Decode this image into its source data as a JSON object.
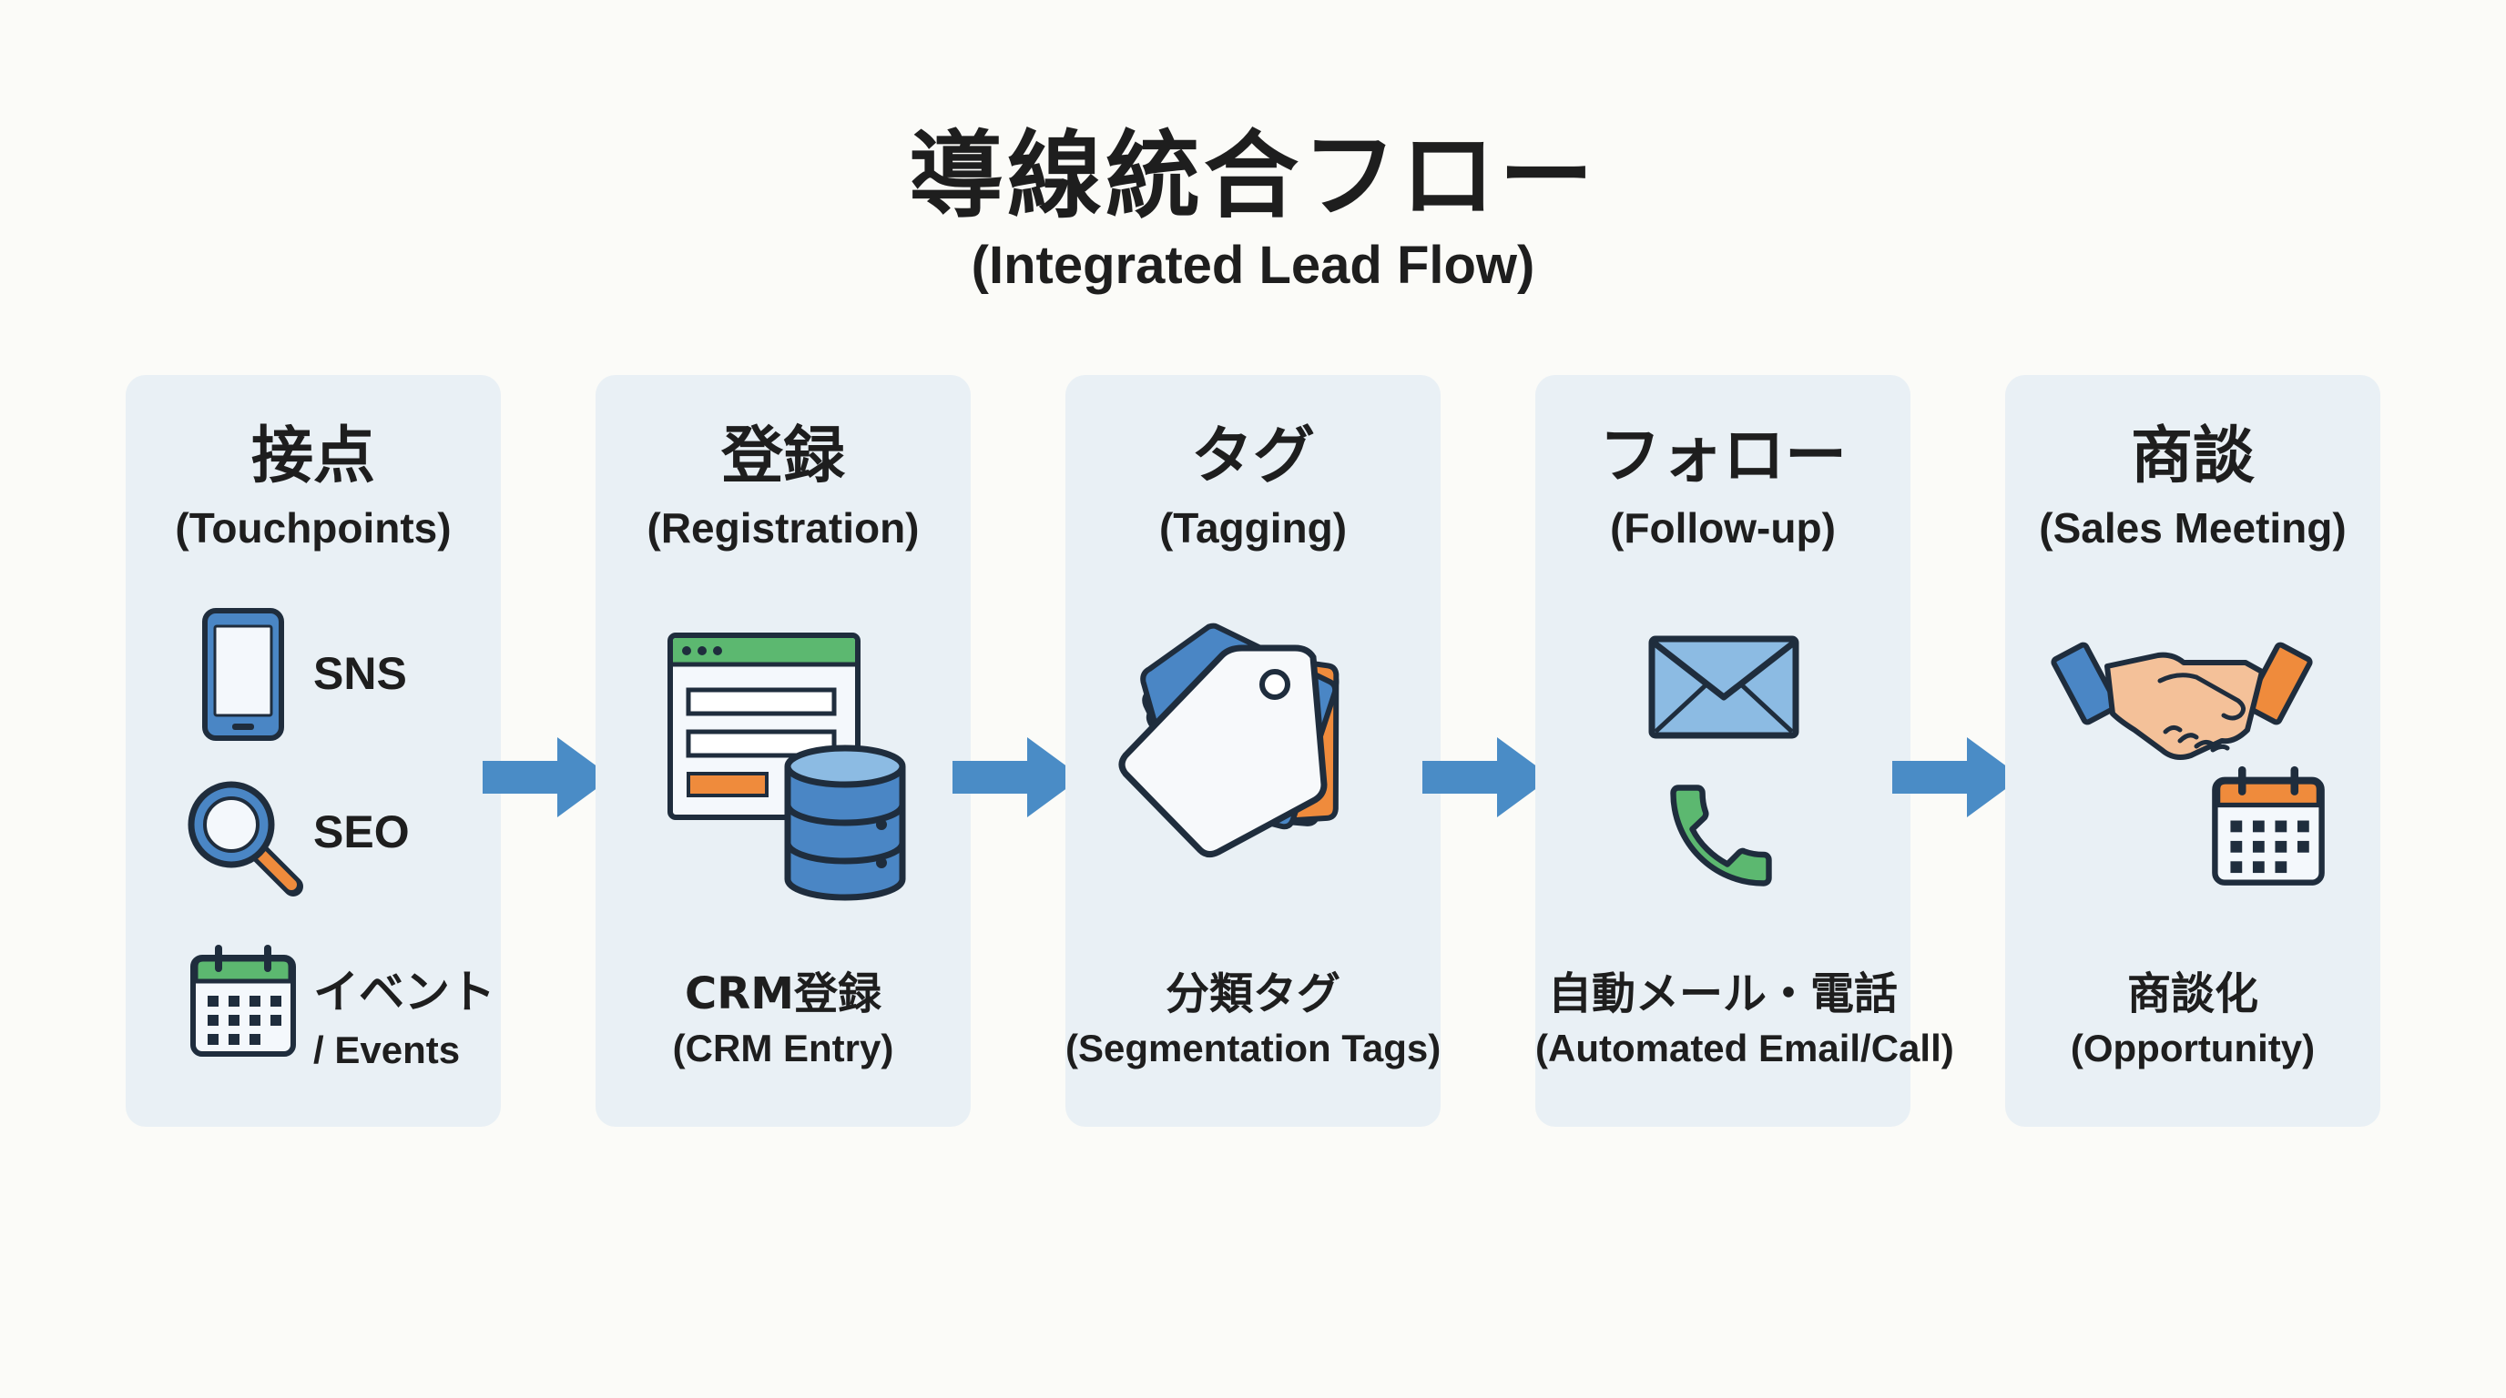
{
  "title": {
    "main": "導線統合フロー",
    "sub": "(Integrated Lead Flow)"
  },
  "steps": [
    {
      "title": "接点",
      "subtitle": "(Touchpoints)",
      "items": [
        {
          "label": "SNS",
          "icon": "smartphone-icon"
        },
        {
          "label": "SEO",
          "icon": "magnifier-icon"
        },
        {
          "label": "イベント",
          "label2": "/ Events",
          "icon": "calendar-icon"
        }
      ]
    },
    {
      "title": "登録",
      "subtitle": "(Registration)",
      "caption": "CRM登録",
      "caption_sub": "(CRM Entry)",
      "icons": [
        "web-form-icon",
        "database-icon"
      ]
    },
    {
      "title": "タグ",
      "subtitle": "(Tagging)",
      "caption": "分類タグ",
      "caption_sub": "(Segmentation Tags)",
      "icons": [
        "tag-stack-icon"
      ]
    },
    {
      "title": "フォロー",
      "subtitle": "(Follow-up)",
      "caption": "自動メール・電話",
      "caption_sub": "(Automated Email/Call)",
      "icons": [
        "envelope-icon",
        "phone-icon"
      ]
    },
    {
      "title": "商談",
      "subtitle": "(Sales Meeting)",
      "caption": "商談化",
      "caption_sub": "(Opportunity)",
      "icons": [
        "handshake-icon",
        "calendar-icon"
      ]
    }
  ],
  "colors": {
    "card_bg": "#e9f0f5",
    "arrow": "#4a8cc6",
    "accent_blue": "#4a86c5",
    "accent_green": "#5cb870",
    "accent_orange": "#ef8b3c",
    "outline": "#1f2d3d"
  }
}
